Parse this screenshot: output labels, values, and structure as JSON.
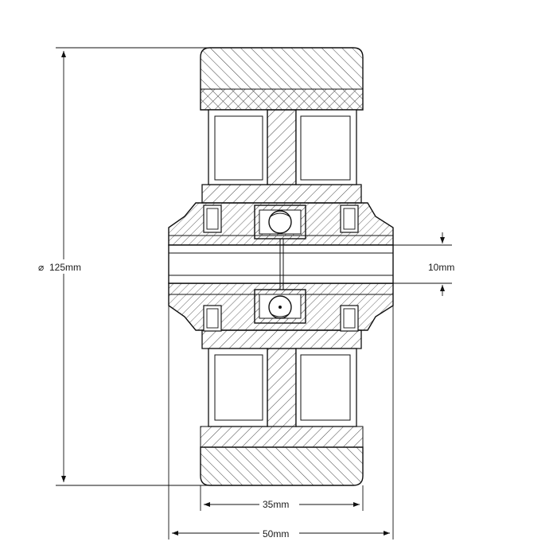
{
  "dimensions": {
    "diameter": {
      "symbol": "⌀",
      "value": "125mm"
    },
    "bore": "10mm",
    "tread_width": "35mm",
    "hub_width": "50mm"
  }
}
